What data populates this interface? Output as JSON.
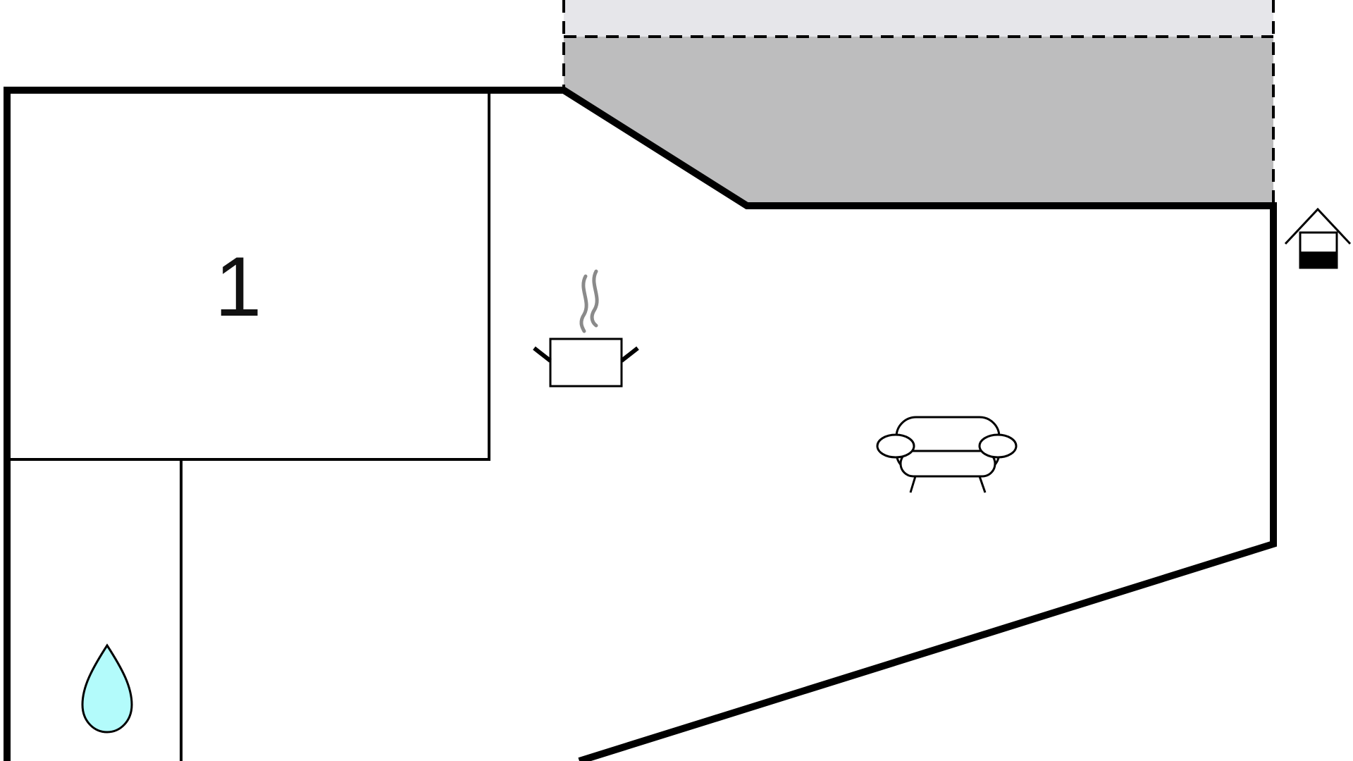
{
  "floorplan": {
    "rooms": [
      {
        "id": "room-1",
        "label": "1",
        "type": "bedroom"
      },
      {
        "id": "bathroom",
        "label": "",
        "type": "bathroom"
      },
      {
        "id": "living-kitchen",
        "label": "",
        "type": "living-kitchen"
      }
    ],
    "icons": [
      "water-drop-icon",
      "cooking-pot-icon",
      "sofa-icon",
      "house-entrance-icon"
    ],
    "colors": {
      "wall": "#000000",
      "terrace": "#bdbdbe",
      "terrace_outer": "#e6e6ea",
      "water": "#b3fbfb",
      "steam": "#8a8a8a"
    }
  }
}
